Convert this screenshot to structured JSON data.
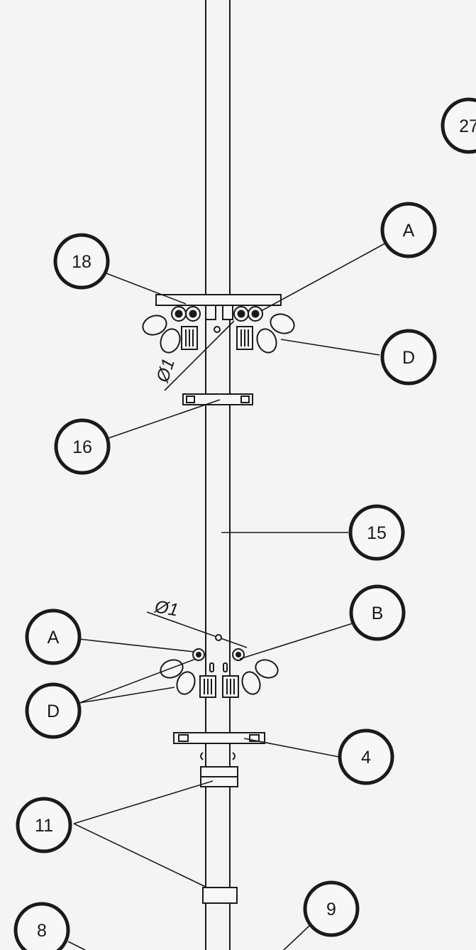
{
  "callouts": [
    {
      "id": "27",
      "label": "27"
    },
    {
      "id": "18",
      "label": "18"
    },
    {
      "id": "A-top",
      "label": "A"
    },
    {
      "id": "D-top",
      "label": "D"
    },
    {
      "id": "16",
      "label": "16"
    },
    {
      "id": "15",
      "label": "15"
    },
    {
      "id": "B",
      "label": "B"
    },
    {
      "id": "A-bottom",
      "label": "A"
    },
    {
      "id": "D-bottom",
      "label": "D"
    },
    {
      "id": "4",
      "label": "4"
    },
    {
      "id": "11",
      "label": "11"
    },
    {
      "id": "9",
      "label": "9"
    },
    {
      "id": "8",
      "label": "8"
    }
  ],
  "dimensions": {
    "upper": "Ø1",
    "lower": "Ø1"
  }
}
